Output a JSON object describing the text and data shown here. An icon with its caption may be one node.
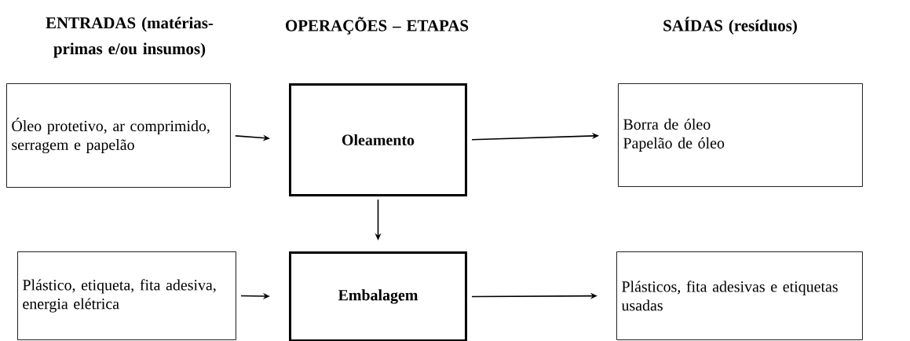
{
  "diagram": {
    "nodes": [
      {
        "text": [
          "Óleo protetivo, ar comprimido, serragem e papelão"
        ]
      },
      {
        "text": [
          "Oleamento"
        ]
      },
      {
        "text": [
          "Borra de óleo",
          "Papelão de óleo"
        ]
      },
      {
        "text": [
          "Plástico, etiqueta, fita adesiva, energia elétrica"
        ]
      },
      {
        "text": [
          "Embalagem"
        ]
      },
      {
        "text": [
          "Plásticos, fita adesivas e etiquetas usadas"
        ]
      }
    ],
    "edges": [
      {
        "from": 0,
        "to": 1,
        "arrow": "to"
      },
      {
        "from": 1,
        "to": 2,
        "arrow": "to"
      },
      {
        "from": 1,
        "to": 4,
        "arrow": "to"
      },
      {
        "from": 3,
        "to": 4,
        "arrow": "to"
      },
      {
        "from": 4,
        "to": 5,
        "arrow": "to"
      }
    ],
    "labels": [
      "ENTRADAS (matérias-primas e/ou insumos)",
      "OPERAÇÕES – ETAPAS",
      "SAÍDAS (resíduos)"
    ]
  }
}
